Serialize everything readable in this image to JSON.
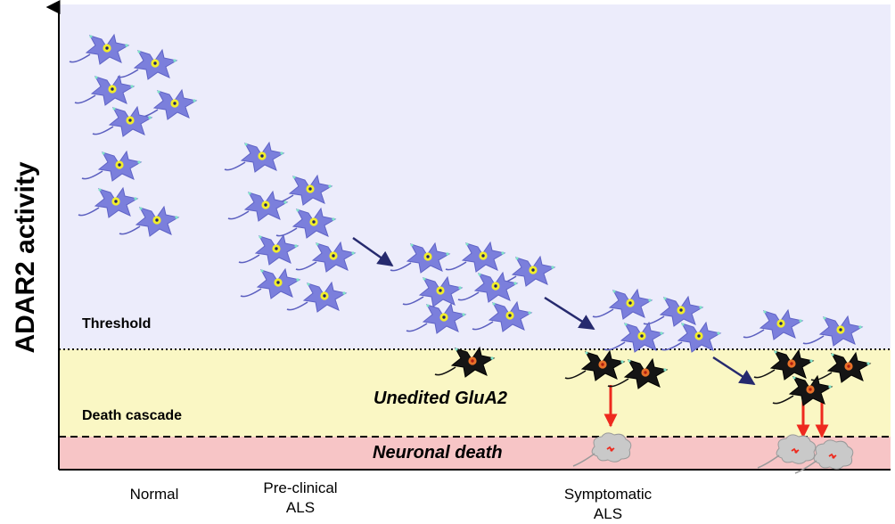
{
  "y_axis": {
    "label": "ADAR2 activity"
  },
  "zones": {
    "threshold_label": "Threshold",
    "death_cascade_label": "Death cascade",
    "unedited_label": "Unedited GluA2",
    "neuronal_death_label": "Neuronal death"
  },
  "x_axis": {
    "stages": [
      {
        "lines": [
          "Normal"
        ]
      },
      {
        "lines": [
          "Pre-clinical",
          "ALS"
        ]
      },
      {
        "lines": [
          "Symptomatic",
          "ALS"
        ]
      }
    ]
  },
  "colors": {
    "healthy_region": "#ececfb",
    "cascade_region": "#faf7c4",
    "death_region": "#f7c5c6",
    "healthy_neuron": "#7b7fdc",
    "healthy_nucleus": "#f2ee2a",
    "dying_neuron": "#151515",
    "dying_nucleus": "#e8722a",
    "dead_neuron": "#c9c9c9",
    "trend_arrow": "#262a6e",
    "death_arrow": "#ee2a1e"
  },
  "icons": {
    "healthy": "healthy-neuron-icon",
    "dying": "dying-neuron-icon",
    "dead": "dead-neuron-icon"
  }
}
